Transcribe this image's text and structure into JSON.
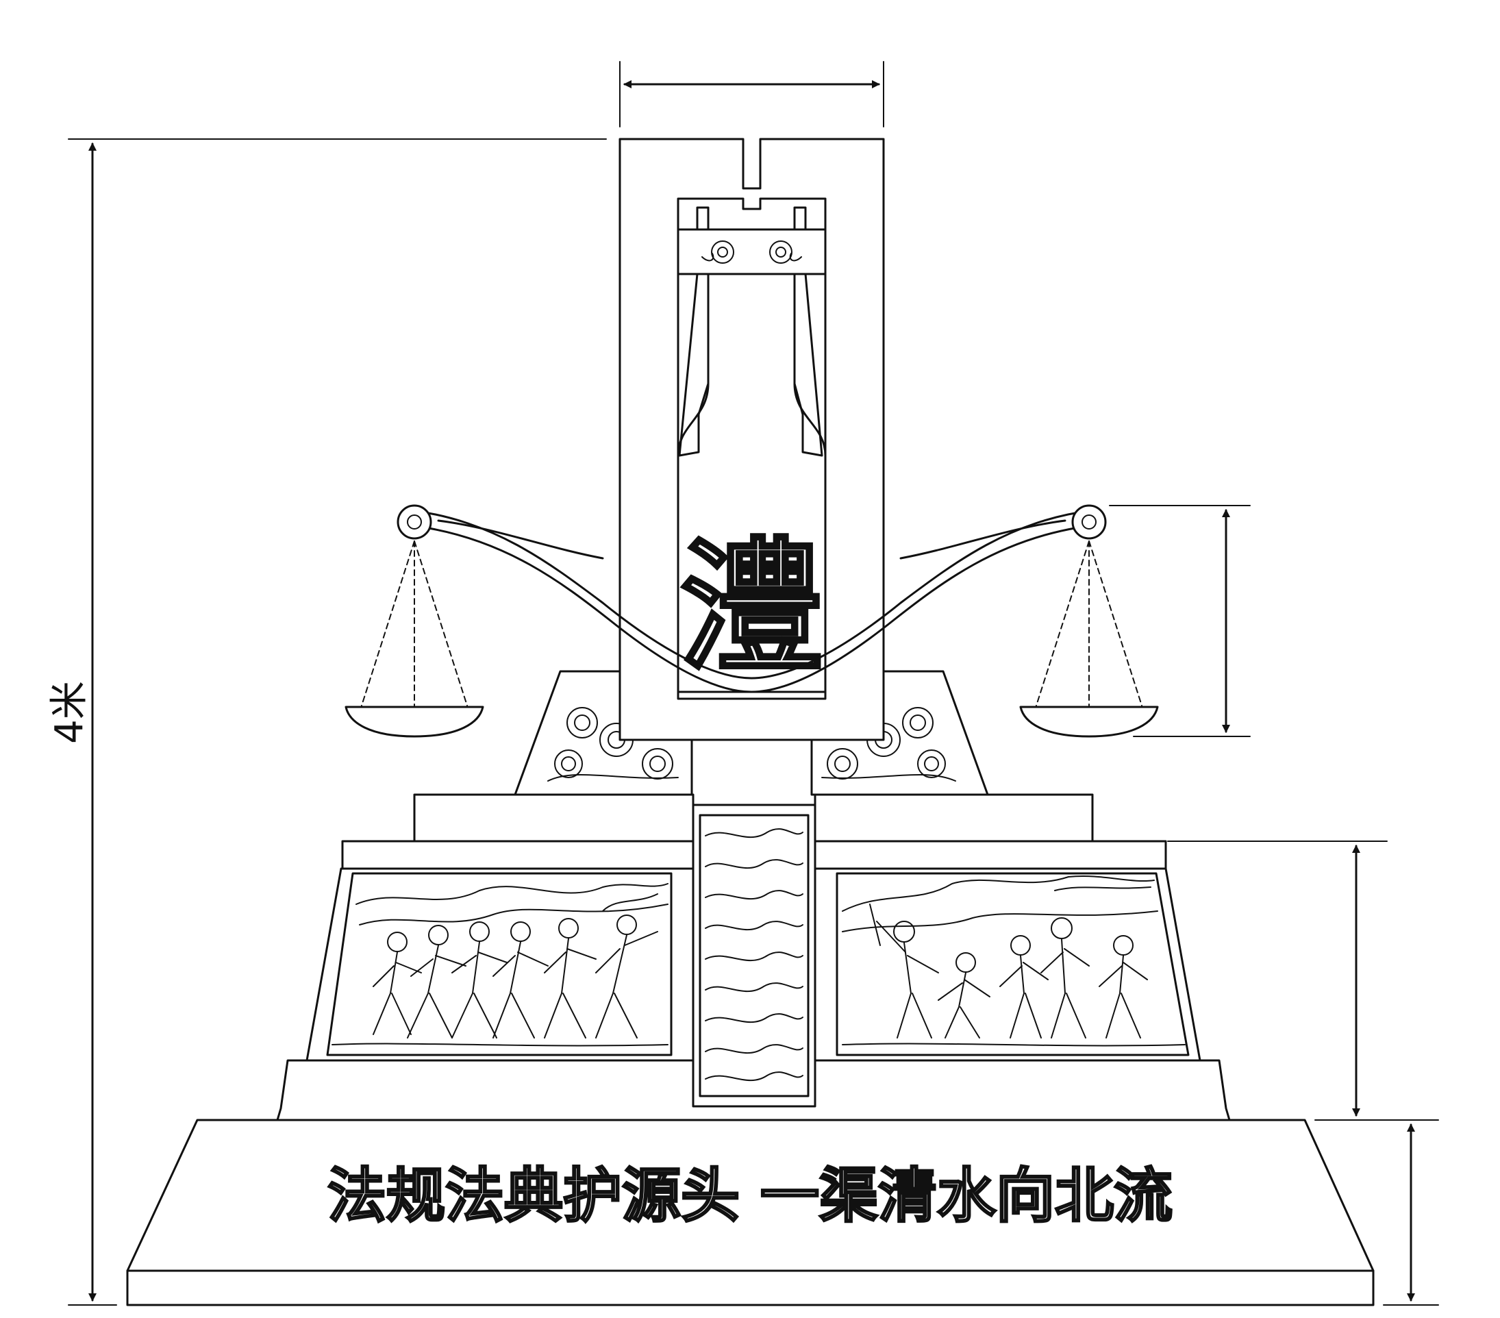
{
  "drawing": {
    "height_label": "4米",
    "crest_character": "澧",
    "base_inscription": "法规法典护源头 一渠清水向北流"
  },
  "colors": {
    "line": "#111111",
    "background": "#ffffff"
  }
}
